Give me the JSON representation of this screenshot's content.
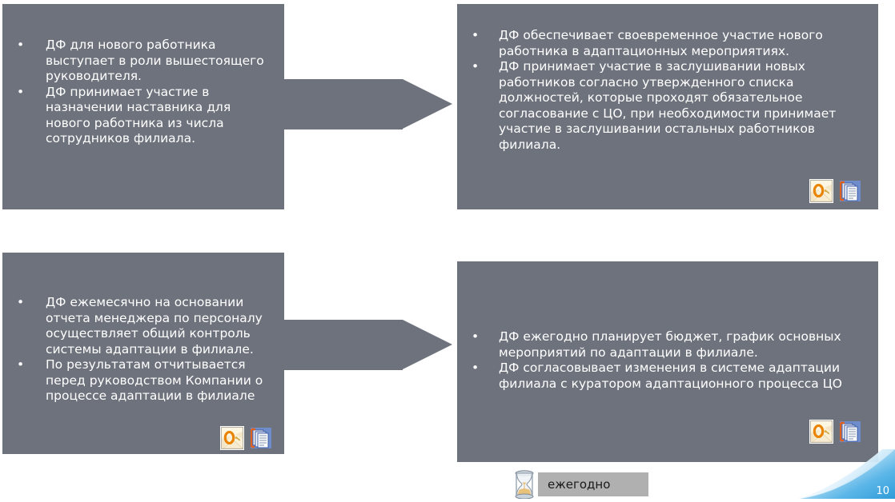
{
  "slide": {
    "page_number": "10",
    "colors": {
      "box_fill": "#6d727c",
      "arrow_fill": "#6d727c",
      "text": "#ffffff",
      "caption_fill": "#b0b0b0",
      "accent_blue": "#3fa9e0"
    }
  },
  "boxes": {
    "top_left": {
      "bullets": [
        "ДФ для нового работника выступает в роли вышестоящего руководителя.",
        "ДФ принимает участие в назначении наставника для нового работника из числа сотрудников филиала."
      ],
      "bullet_marker": "•",
      "icons": []
    },
    "top_right": {
      "bullets": [
        "ДФ обеспечивает своевременное участие нового работника в адаптационных мероприятиях.",
        "ДФ принимает участие в заслушивании новых работников согласно утвержденного списка должностей, которые проходят обязательное согласование с ЦО, при необходимости принимает участие в заслушивании остальных работников филиала."
      ],
      "bullet_marker": "•",
      "icons": [
        "outlook-icon",
        "document-copy-icon"
      ]
    },
    "bottom_left": {
      "bullets": [
        "ДФ ежемесячно на основании отчета менеджера по персоналу осуществляет общий контроль системы адаптации в филиале.",
        "По результатам отчитывается перед руководством Компании о процессе адаптации в филиале"
      ],
      "bullet_marker": "•",
      "icons": [
        "outlook-icon",
        "document-copy-icon"
      ]
    },
    "bottom_right": {
      "bullets": [
        "ДФ ежегодно планирует бюджет, график основных мероприятий по адаптации в филиале.",
        "ДФ согласовывает изменения в системе адаптации филиала с куратором адаптационного процесса ЦО"
      ],
      "bullet_marker": "•",
      "icons": [
        "outlook-icon",
        "document-copy-icon"
      ]
    }
  },
  "arrows": {
    "top": {
      "name": "right-arrow-top",
      "direction": "right"
    },
    "bottom": {
      "name": "right-arrow-bottom",
      "direction": "right"
    }
  },
  "caption": {
    "icon": "hourglass-icon",
    "label": "ежегодно"
  }
}
